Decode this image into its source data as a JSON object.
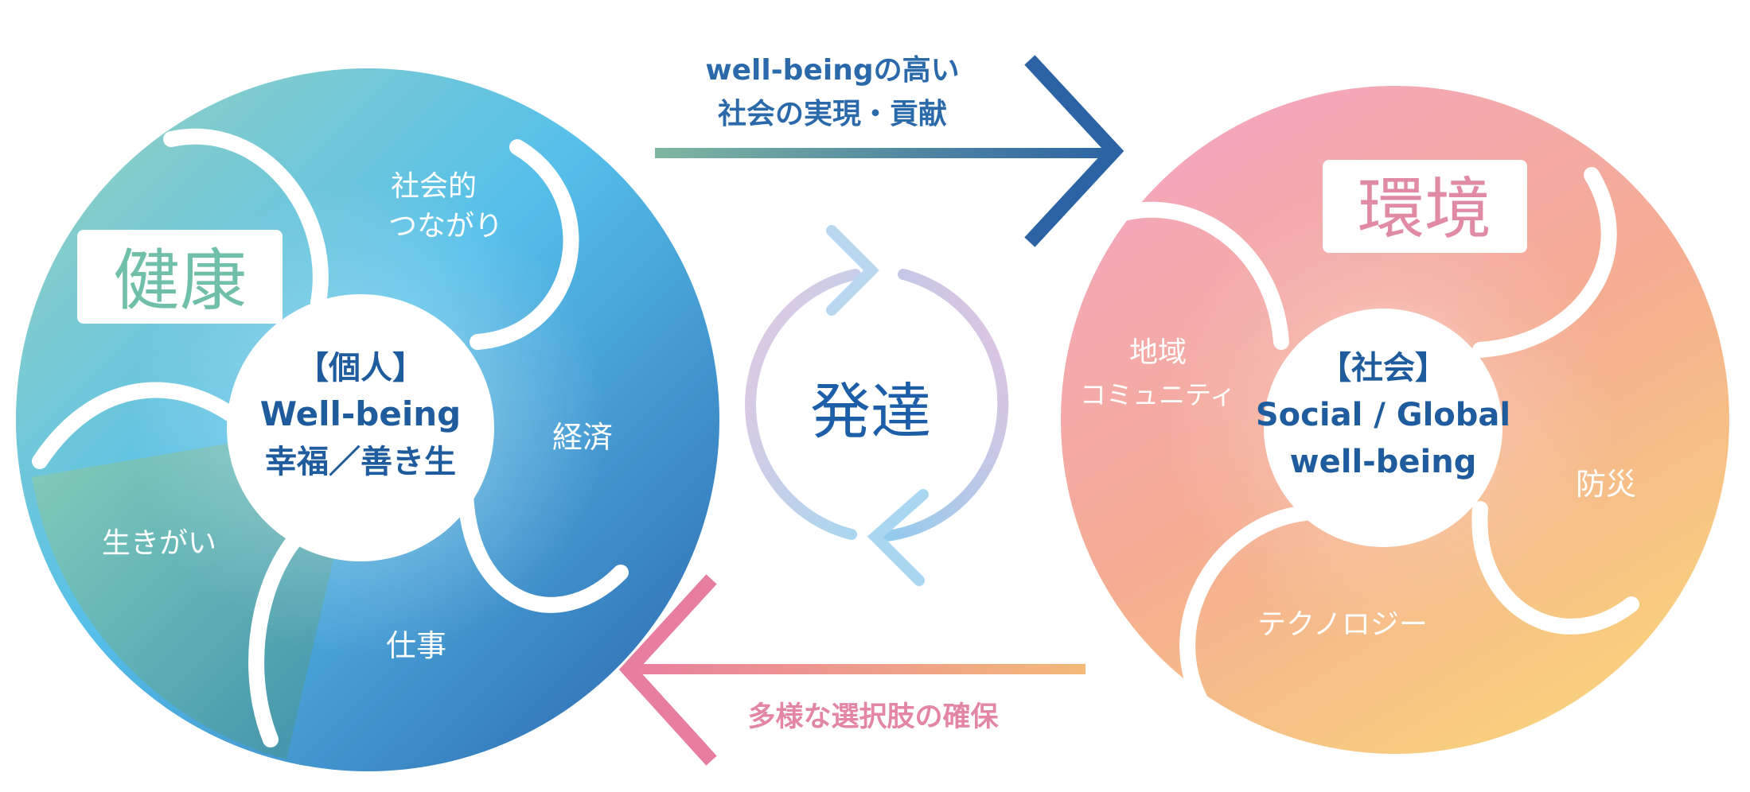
{
  "left_circle": {
    "badge": "健康",
    "center_lines": [
      "【個人】",
      "Well-being",
      "幸福／善き生"
    ],
    "petals": {
      "social_lines": [
        "社会的",
        "つながり"
      ],
      "economy": "経済",
      "work": "仕事",
      "purpose": "生きがい"
    }
  },
  "right_circle": {
    "badge": "環境",
    "center_lines": [
      "【社会】",
      "Social / Global",
      "well-being"
    ],
    "petals": {
      "community_lines": [
        "地域",
        "コミュニティ"
      ],
      "disaster": "防災",
      "technology": "テクノロジー"
    }
  },
  "middle": {
    "label": "発達"
  },
  "top_arrow": {
    "lines": [
      "well-beingの高い",
      "社会の実現・貢献"
    ]
  },
  "bottom_arrow": {
    "label": "多様な選択肢の確保"
  },
  "colors": {
    "left_green": "#8ccdb5",
    "left_cyan": "#4ec3ee",
    "left_blue": "#2e6db5",
    "right_pink": "#f2a3bd",
    "right_peach": "#f6b08d",
    "right_yellow": "#f8d27a",
    "dark_blue_text": "#1f5c9e",
    "pink_text": "#d87f9c",
    "top_arrow_start": "#7fb6a0",
    "top_arrow_end": "#2b63a4",
    "bottom_arrow_start": "#e87e9f",
    "bottom_arrow_end": "#f3b978"
  }
}
